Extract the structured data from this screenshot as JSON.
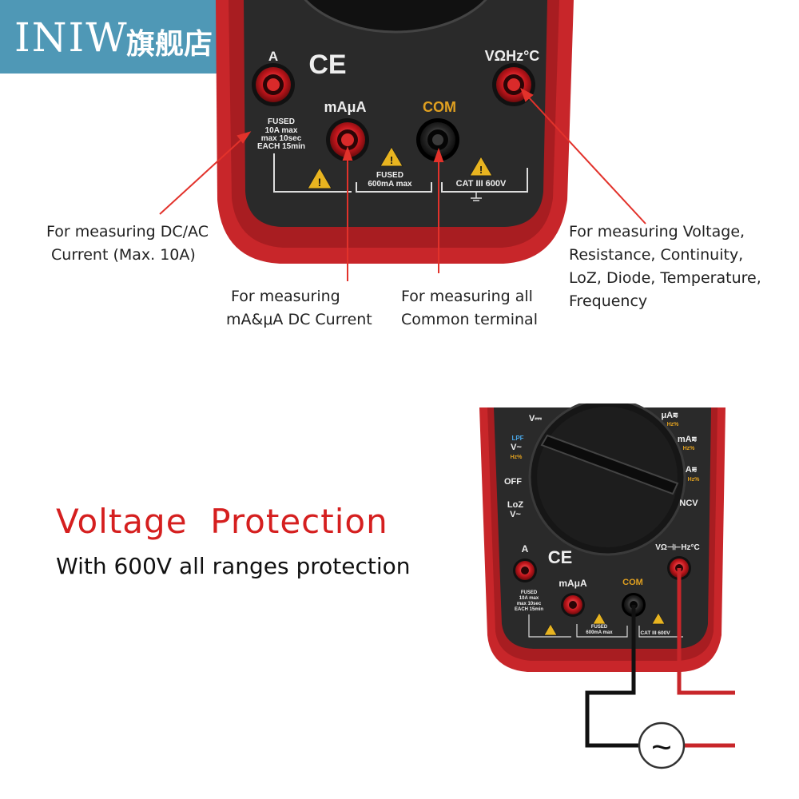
{
  "brand": {
    "latin": "INIW",
    "cjk": "旗舰店"
  },
  "meter_top": {
    "jack_a_label": "A",
    "ce_mark": "CE",
    "jack_vohm_label": "VΩHz°C",
    "jack_ma_label": "mAμA",
    "jack_com_label": "COM",
    "fused_a_lines": [
      "FUSED",
      "10A max",
      "max 10sec",
      "EACH 15min"
    ],
    "fused_ma_lines": [
      "FUSED",
      "600mA max"
    ],
    "cat_label": "CAT III 600V"
  },
  "callouts": {
    "current_10a": "For measuring DC/AC\n Current (Max. 10A)",
    "ma_ua": " For measuring\nmA&μA DC Current",
    "com": "For measuring all\nCommon terminal",
    "voltage": "For measuring Voltage,\nResistance, Continuity,\nLoZ, Diode, Temperature,\nFrequency"
  },
  "protection": {
    "title": "Voltage  Protection",
    "subtitle": "With 600V all ranges protection"
  },
  "meter_bottom": {
    "dial_labels": {
      "vdc": "V⎓",
      "lpf": "LPF",
      "vac": "V~",
      "hz_pct": "Hz%",
      "off": "OFF",
      "loz": "LoZ",
      "loz_v": "V~",
      "ua": "μA⩳",
      "ma": "mA⩳",
      "a": "A⩳",
      "ncv": "NCV"
    },
    "jack_a_label": "A",
    "ce_mark": "CE",
    "jack_vohm_label": "VΩ⊣⊢Hz°C",
    "jack_ma_label": "mAμA",
    "jack_com_label": "COM",
    "fused_a_lines": [
      "FUSED",
      "10A max",
      "max 10sec",
      "EACH 15min"
    ],
    "fused_ma_lines": [
      "FUSED",
      "600mA max"
    ],
    "cat_label": "CAT III 600V",
    "ac_source_symbol": "~"
  },
  "colors": {
    "brand_bg": "#4f98b6",
    "meter_red": "#c8262a",
    "meter_panel": "#2a2a2a",
    "com_label": "#e0a020",
    "arrow_red": "#e2322b",
    "title_red": "#d51f1f"
  },
  "icon_names": [
    "warning-triangle-icon",
    "ce-mark",
    "ground-icon",
    "ac-source-icon"
  ]
}
